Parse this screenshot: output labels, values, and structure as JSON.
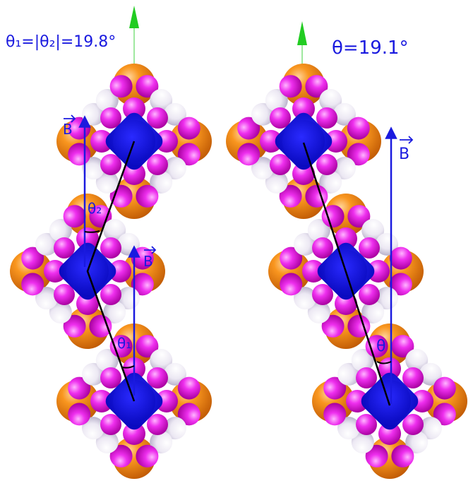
{
  "left_panel": {
    "angle_label": "θ₁=|θ₂|=19.8°",
    "field_label_top": "B",
    "field_label_mid": "B",
    "theta2_label": "θ₂",
    "theta1_label": "θ₁"
  },
  "right_panel": {
    "angle_label": "θ=19.1°",
    "field_label": "B",
    "theta_label": "θ"
  },
  "colors": {
    "core": "#1010e0",
    "outer_lobe": "#f5820f",
    "inner_lobe": "#ee22ee",
    "spoke": "#f2eef6",
    "field_arrow": "#1a1adf",
    "axis_arrow": "#22cc22",
    "chain_line": "#000000"
  }
}
